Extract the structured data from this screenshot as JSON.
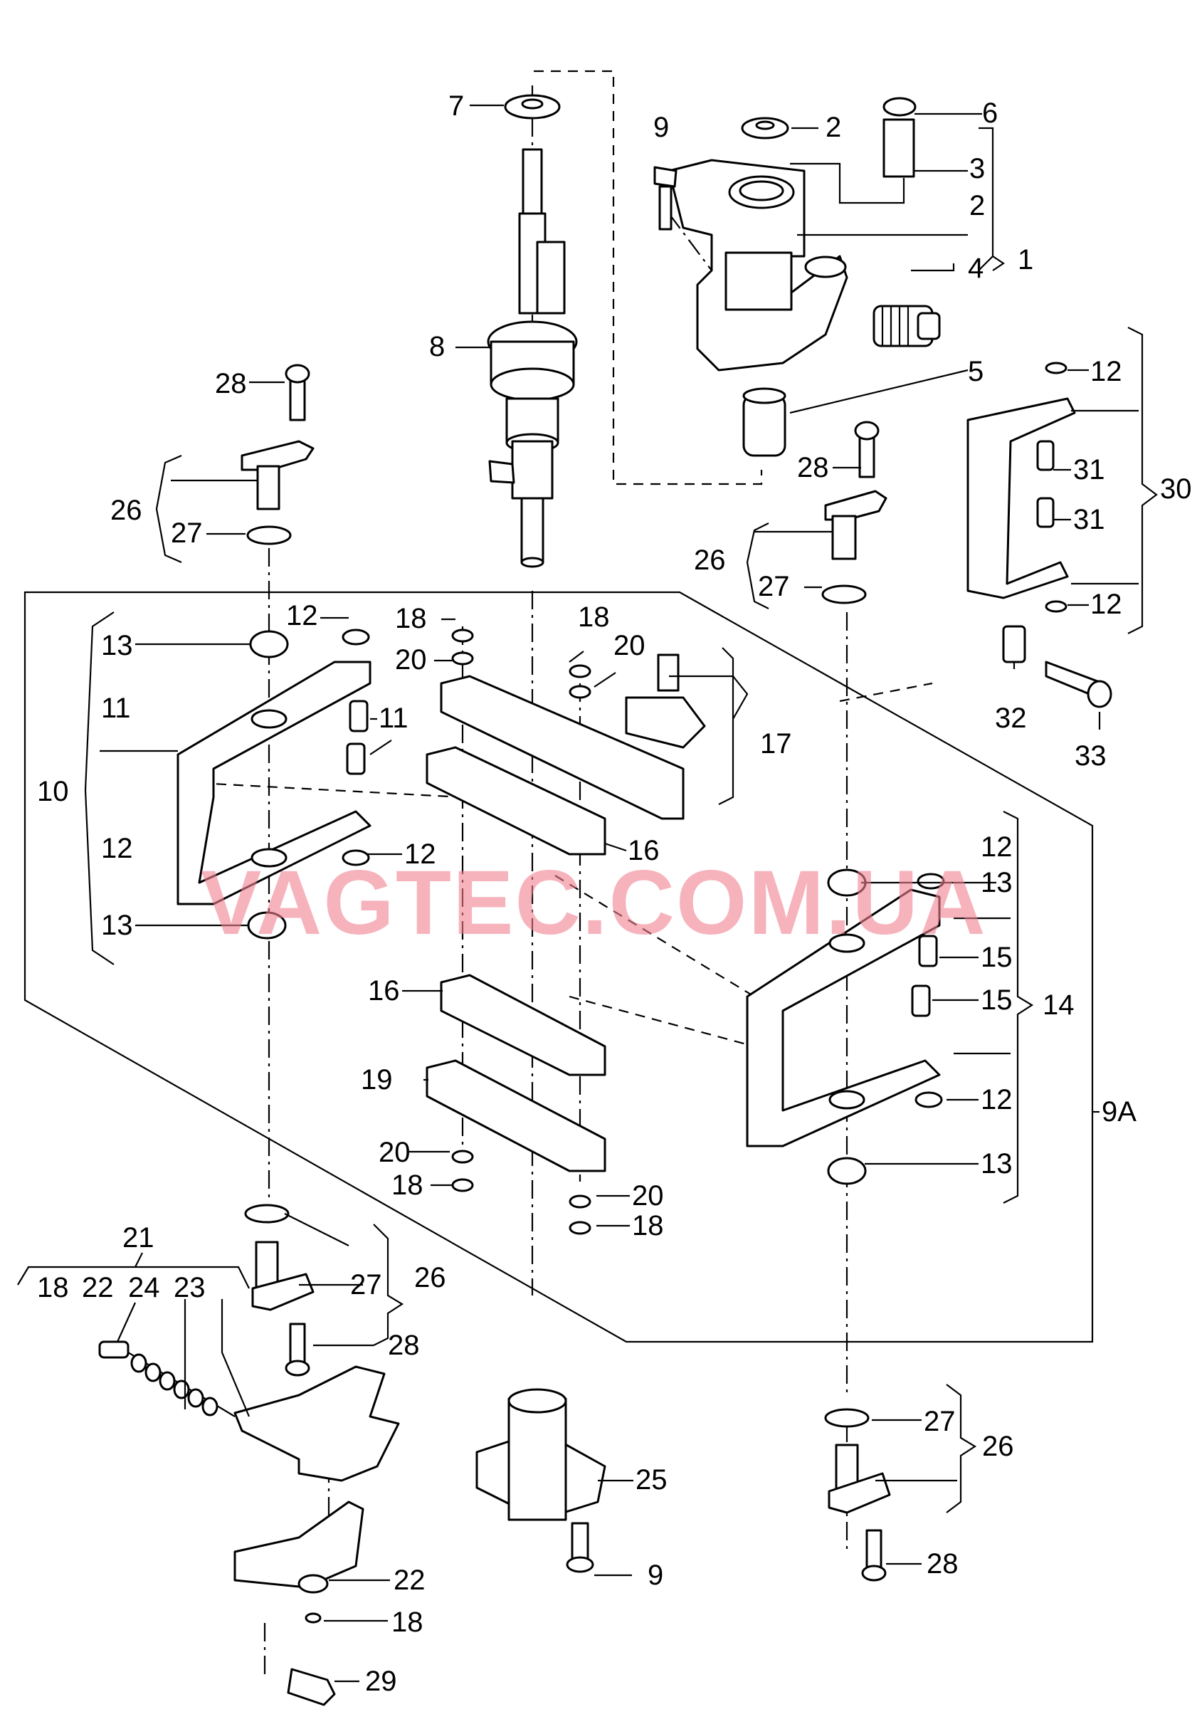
{
  "watermark": "VAGTEC.COM.UA",
  "callouts": [
    {
      "id": "c7",
      "text": "7"
    },
    {
      "id": "c9a",
      "text": "9"
    },
    {
      "id": "c2a",
      "text": "2"
    },
    {
      "id": "c6",
      "text": "6"
    },
    {
      "id": "c3",
      "text": "3"
    },
    {
      "id": "c2b",
      "text": "2"
    },
    {
      "id": "c1",
      "text": "1"
    },
    {
      "id": "c4",
      "text": "4"
    },
    {
      "id": "c8",
      "text": "8"
    },
    {
      "id": "c5",
      "text": "5"
    },
    {
      "id": "c28a",
      "text": "28"
    },
    {
      "id": "c26a",
      "text": "26"
    },
    {
      "id": "c27a",
      "text": "27"
    },
    {
      "id": "c28b",
      "text": "28"
    },
    {
      "id": "c26b",
      "text": "26"
    },
    {
      "id": "c27b",
      "text": "27"
    },
    {
      "id": "c12a",
      "text": "12"
    },
    {
      "id": "c31a",
      "text": "31"
    },
    {
      "id": "c31b",
      "text": "31"
    },
    {
      "id": "c30",
      "text": "30"
    },
    {
      "id": "c12b",
      "text": "12"
    },
    {
      "id": "c32",
      "text": "32"
    },
    {
      "id": "c33",
      "text": "33"
    },
    {
      "id": "c13a",
      "text": "13"
    },
    {
      "id": "c12c",
      "text": "12"
    },
    {
      "id": "c18a",
      "text": "18"
    },
    {
      "id": "c20a",
      "text": "20"
    },
    {
      "id": "c18b",
      "text": "18"
    },
    {
      "id": "c20b",
      "text": "20"
    },
    {
      "id": "c11a",
      "text": "11"
    },
    {
      "id": "c11b",
      "text": "11"
    },
    {
      "id": "c17",
      "text": "17"
    },
    {
      "id": "c10",
      "text": "10"
    },
    {
      "id": "c12d",
      "text": "12"
    },
    {
      "id": "c12e",
      "text": "12"
    },
    {
      "id": "c16a",
      "text": "16"
    },
    {
      "id": "c13b",
      "text": "13"
    },
    {
      "id": "c12f",
      "text": "12"
    },
    {
      "id": "c13c",
      "text": "13"
    },
    {
      "id": "c15a",
      "text": "15"
    },
    {
      "id": "c15b",
      "text": "15"
    },
    {
      "id": "c14",
      "text": "14"
    },
    {
      "id": "c16b",
      "text": "16"
    },
    {
      "id": "c19",
      "text": "19"
    },
    {
      "id": "c12g",
      "text": "12"
    },
    {
      "id": "c9A",
      "text": "9A"
    },
    {
      "id": "c20c",
      "text": "20"
    },
    {
      "id": "c13d",
      "text": "13"
    },
    {
      "id": "c18c",
      "text": "18"
    },
    {
      "id": "c20d",
      "text": "20"
    },
    {
      "id": "c18d",
      "text": "18"
    },
    {
      "id": "c21",
      "text": "21"
    },
    {
      "id": "c18e",
      "text": "18"
    },
    {
      "id": "c22a",
      "text": "22"
    },
    {
      "id": "c24",
      "text": "24"
    },
    {
      "id": "c23",
      "text": "23"
    },
    {
      "id": "c27c",
      "text": "27"
    },
    {
      "id": "c26c",
      "text": "26"
    },
    {
      "id": "c28c",
      "text": "28"
    },
    {
      "id": "c27d",
      "text": "27"
    },
    {
      "id": "c26d",
      "text": "26"
    },
    {
      "id": "c25",
      "text": "25"
    },
    {
      "id": "c9b",
      "text": "9"
    },
    {
      "id": "c28d",
      "text": "28"
    },
    {
      "id": "c22b",
      "text": "22"
    },
    {
      "id": "c18f",
      "text": "18"
    },
    {
      "id": "c29",
      "text": "29"
    }
  ]
}
